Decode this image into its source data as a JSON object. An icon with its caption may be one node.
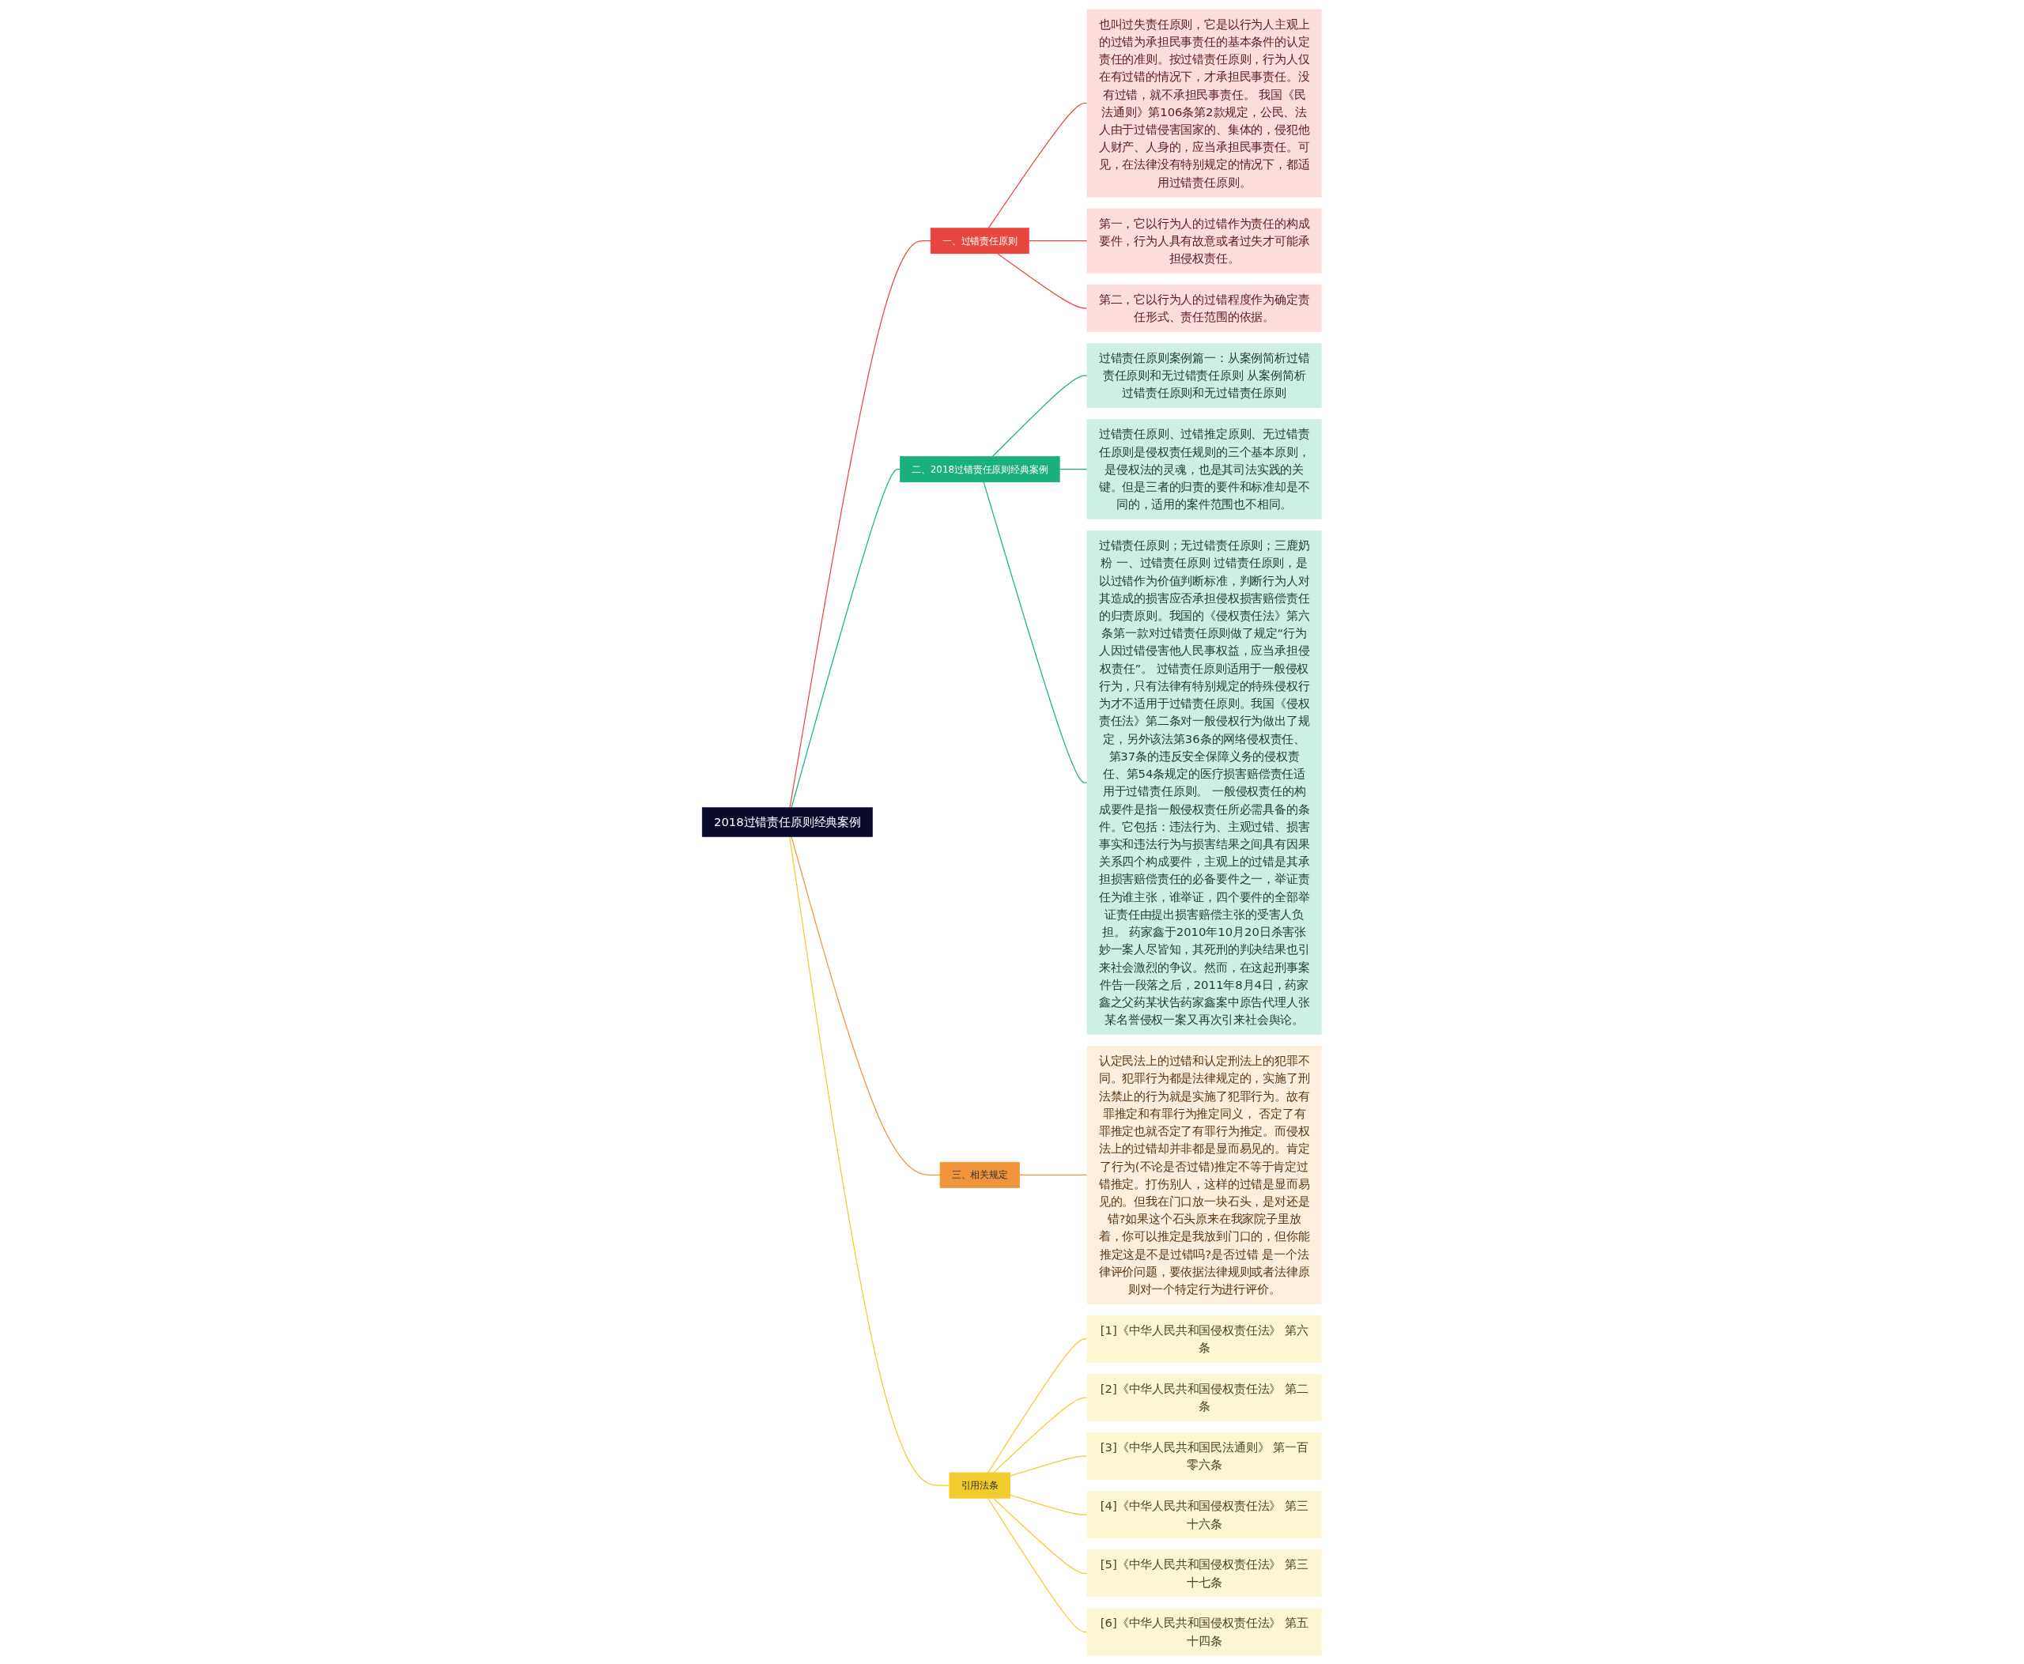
{
  "diagram": {
    "nodes": [
      {
        "text": [
          "2018过错责任原则经典案例"
        ]
      },
      {
        "text": [
          "一、过错责任原则"
        ]
      },
      {
        "text": [
          "也叫过失责任原则，它是以行为人主观上的过错为承担民事责任的基本条件的认定责任的准则。按过错责任原则，行为人仅在有过错的情况下，才承担民事责任。没有过错，就不承担民事责任。 我国《民法通则》第106条第2款规定，公民、法人由于过错侵害国家的、集体的，侵犯他人财产、人身的，应当承担民事责任。可见，在法律没有特别规定的情况下，都适用过错责任原则。"
        ]
      },
      {
        "text": [
          "第一，它以行为人的过错作为责任的构成要件，行为人具有故意或者过失才可能承担侵权责任。"
        ]
      },
      {
        "text": [
          "第二，它以行为人的过错程度作为确定责任形式、责任范围的依据。"
        ]
      },
      {
        "text": [
          "二、2018过错责任原则经典案例"
        ]
      },
      {
        "text": [
          "过错责任原则案例篇一：从案例简析过错责任原则和无过错责任原则 从案例简析过错责任原则和无过错责任原则"
        ]
      },
      {
        "text": [
          "过错责任原则、过错推定原则、无过错责任原则是侵权责任规则的三个基本原则，是侵权法的灵魂，也是其司法实践的关键。但是三者的归责的要件和标准却是不同的，适用的案件范围也不相同。"
        ]
      },
      {
        "text": [
          "过错责任原则；无过错责任原则；三鹿奶粉 一、过错责任原则 过错责任原则，是以过错作为价值判断标准，判断行为人对其造成的损害应否承担侵权损害赔偿责任的归责原则。我国的《侵权责任法》第六条第一款对过错责任原则做了规定“行为人因过错侵害他人民事权益，应当承担侵权责任”。 过错责任原则适用于一般侵权行为，只有法律有特别规定的特殊侵权行为才不适用于过错责任原则。我国《侵权责任法》第二条对一般侵权行为做出了规定，另外该法第36条的网络侵权责任、第37条的违反安全保障义务的侵权责任、第54条规定的医疗损害赔偿责任适用于过错责任原则。 一般侵权责任的构成要件是指一般侵权责任所必需具备的条件。它包括：违法行为、主观过错、损害事实和违法行为与损害结果之间具有因果关系四个构成要件，主观上的过错是其承担损害赔偿责任的必备要件之一，举证责任为谁主张，谁举证，四个要件的全部举证责任由提出损害赔偿主张的受害人负担。 药家鑫于2010年10月20日杀害张妙一案人尽皆知，其死刑的判决结果也引来社会激烈的争议。然而，在这起刑事案件告一段落之后，2011年8月4日，药家鑫之父药某状告药家鑫案中原告代理人张某名誉侵权一案又再次引来社会舆论。"
        ]
      },
      {
        "text": [
          "三、相关规定"
        ]
      },
      {
        "text": [
          "认定民法上的过错和认定刑法上的犯罪不同。犯罪行为都是法律规定的，实施了刑法禁止的行为就是实施了犯罪行为。故有罪推定和有罪行为推定同义， 否定了有罪推定也就否定了有罪行为推定。而侵权法上的过错却并非都是显而易见的。肯定了行为(不论是否过错)推定不等于肯定过错推定。打伤别人，这样的过错是显而易见的。但我在门口放一块石头，是对还是错?如果这个石头原来在我家院子里放着，你可以推定是我放到门口的，但你能推定这是不是过错吗?是否过错 是一个法律评价问题，要依据法律规则或者法律原则对一个特定行为进行评价。"
        ]
      },
      {
        "text": [
          "引用法条"
        ]
      },
      {
        "text": [
          "[1]《中华人民共和国侵权责任法》 第六条"
        ]
      },
      {
        "text": [
          "[2]《中华人民共和国侵权责任法》 第二条"
        ]
      },
      {
        "text": [
          "[3]《中华人民共和国民法通则》 第一百零六条"
        ]
      },
      {
        "text": [
          "[4]《中华人民共和国侵权责任法》 第三十六条"
        ]
      },
      {
        "text": [
          "[5]《中华人民共和国侵权责任法》 第三十七条"
        ]
      },
      {
        "text": [
          "[6]《中华人民共和国侵权责任法》 第五十四条"
        ]
      }
    ],
    "edges": [
      {
        "from": 0,
        "to": 1,
        "arrow": "none",
        "color": "#e8473f"
      },
      {
        "from": 1,
        "to": 2,
        "arrow": "none",
        "color": "#e8473f"
      },
      {
        "from": 1,
        "to": 3,
        "arrow": "none",
        "color": "#e8473f"
      },
      {
        "from": 1,
        "to": 4,
        "arrow": "none",
        "color": "#e8473f"
      },
      {
        "from": 0,
        "to": 5,
        "arrow": "none",
        "color": "#1ab07d"
      },
      {
        "from": 5,
        "to": 6,
        "arrow": "none",
        "color": "#1ab07d"
      },
      {
        "from": 5,
        "to": 7,
        "arrow": "none",
        "color": "#1ab07d"
      },
      {
        "from": 5,
        "to": 8,
        "arrow": "none",
        "color": "#1ab07d"
      },
      {
        "from": 0,
        "to": 9,
        "arrow": "none",
        "color": "#f0953c"
      },
      {
        "from": 9,
        "to": 10,
        "arrow": "none",
        "color": "#f0953c"
      },
      {
        "from": 0,
        "to": 11,
        "arrow": "none"
      },
      {
        "from": 11,
        "to": 12,
        "arrow": "none"
      },
      {
        "from": 11,
        "to": 13,
        "arrow": "none"
      },
      {
        "from": 11,
        "to": 14,
        "arrow": "none"
      },
      {
        "from": 11,
        "to": 15,
        "arrow": "none"
      },
      {
        "from": 11,
        "to": 16,
        "arrow": "none"
      },
      {
        "from": 11,
        "to": 17,
        "arrow": "none"
      }
    ]
  }
}
